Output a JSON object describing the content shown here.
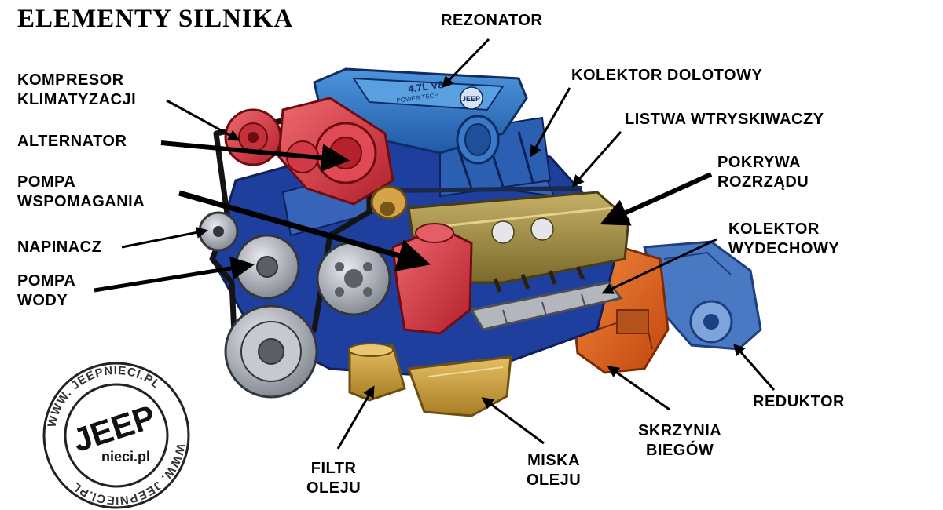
{
  "title": "ELEMENTY SILNIKA",
  "labels": {
    "rezonator": "REZONATOR",
    "kolektor_dolotowy": "KOLEKTOR DOLOTOWY",
    "listwa": "LISTWA WTRYSKIWACZY",
    "pokrywa_1": "POKRYWA",
    "pokrywa_2": "ROZRZĄDU",
    "kolektor_wydechowy_1": "KOLEKTOR",
    "kolektor_wydechowy_2": "WYDECHOWY",
    "reduktor": "REDUKTOR",
    "skrzynia_1": "SKRZYNIA",
    "skrzynia_2": "BIEGÓW",
    "miska_1": "MISKA",
    "miska_2": "OLEJU",
    "filtr_1": "FILTR",
    "filtr_2": "OLEJU",
    "kompresor_1": "KOMPRESOR",
    "kompresor_2": "KLIMATYZACJI",
    "alternator": "ALTERNATOR",
    "pompa_wsp_1": "POMPA",
    "pompa_wsp_2": "WSPOMAGANIA",
    "napinacz": "NAPINACZ",
    "pompa_wody_1": "POMPA",
    "pompa_wody_2": "WODY"
  },
  "engine": {
    "badge": "4.7L V8",
    "cover_text": "POWER TECH",
    "logo": "JEEP"
  },
  "stamp": {
    "ring_text": "WWW. JEEPNIECI.PL",
    "brand": "JEEP",
    "sub": "nieci.pl"
  },
  "colors": {
    "intake": "#2f79c9",
    "pump": "#d8323c",
    "valve_cover": "#9d8a3c",
    "oil": "#d3a43c",
    "gearbox": "#e0601c",
    "block": "#1f3f9e",
    "pulley": "#a8acb4"
  }
}
